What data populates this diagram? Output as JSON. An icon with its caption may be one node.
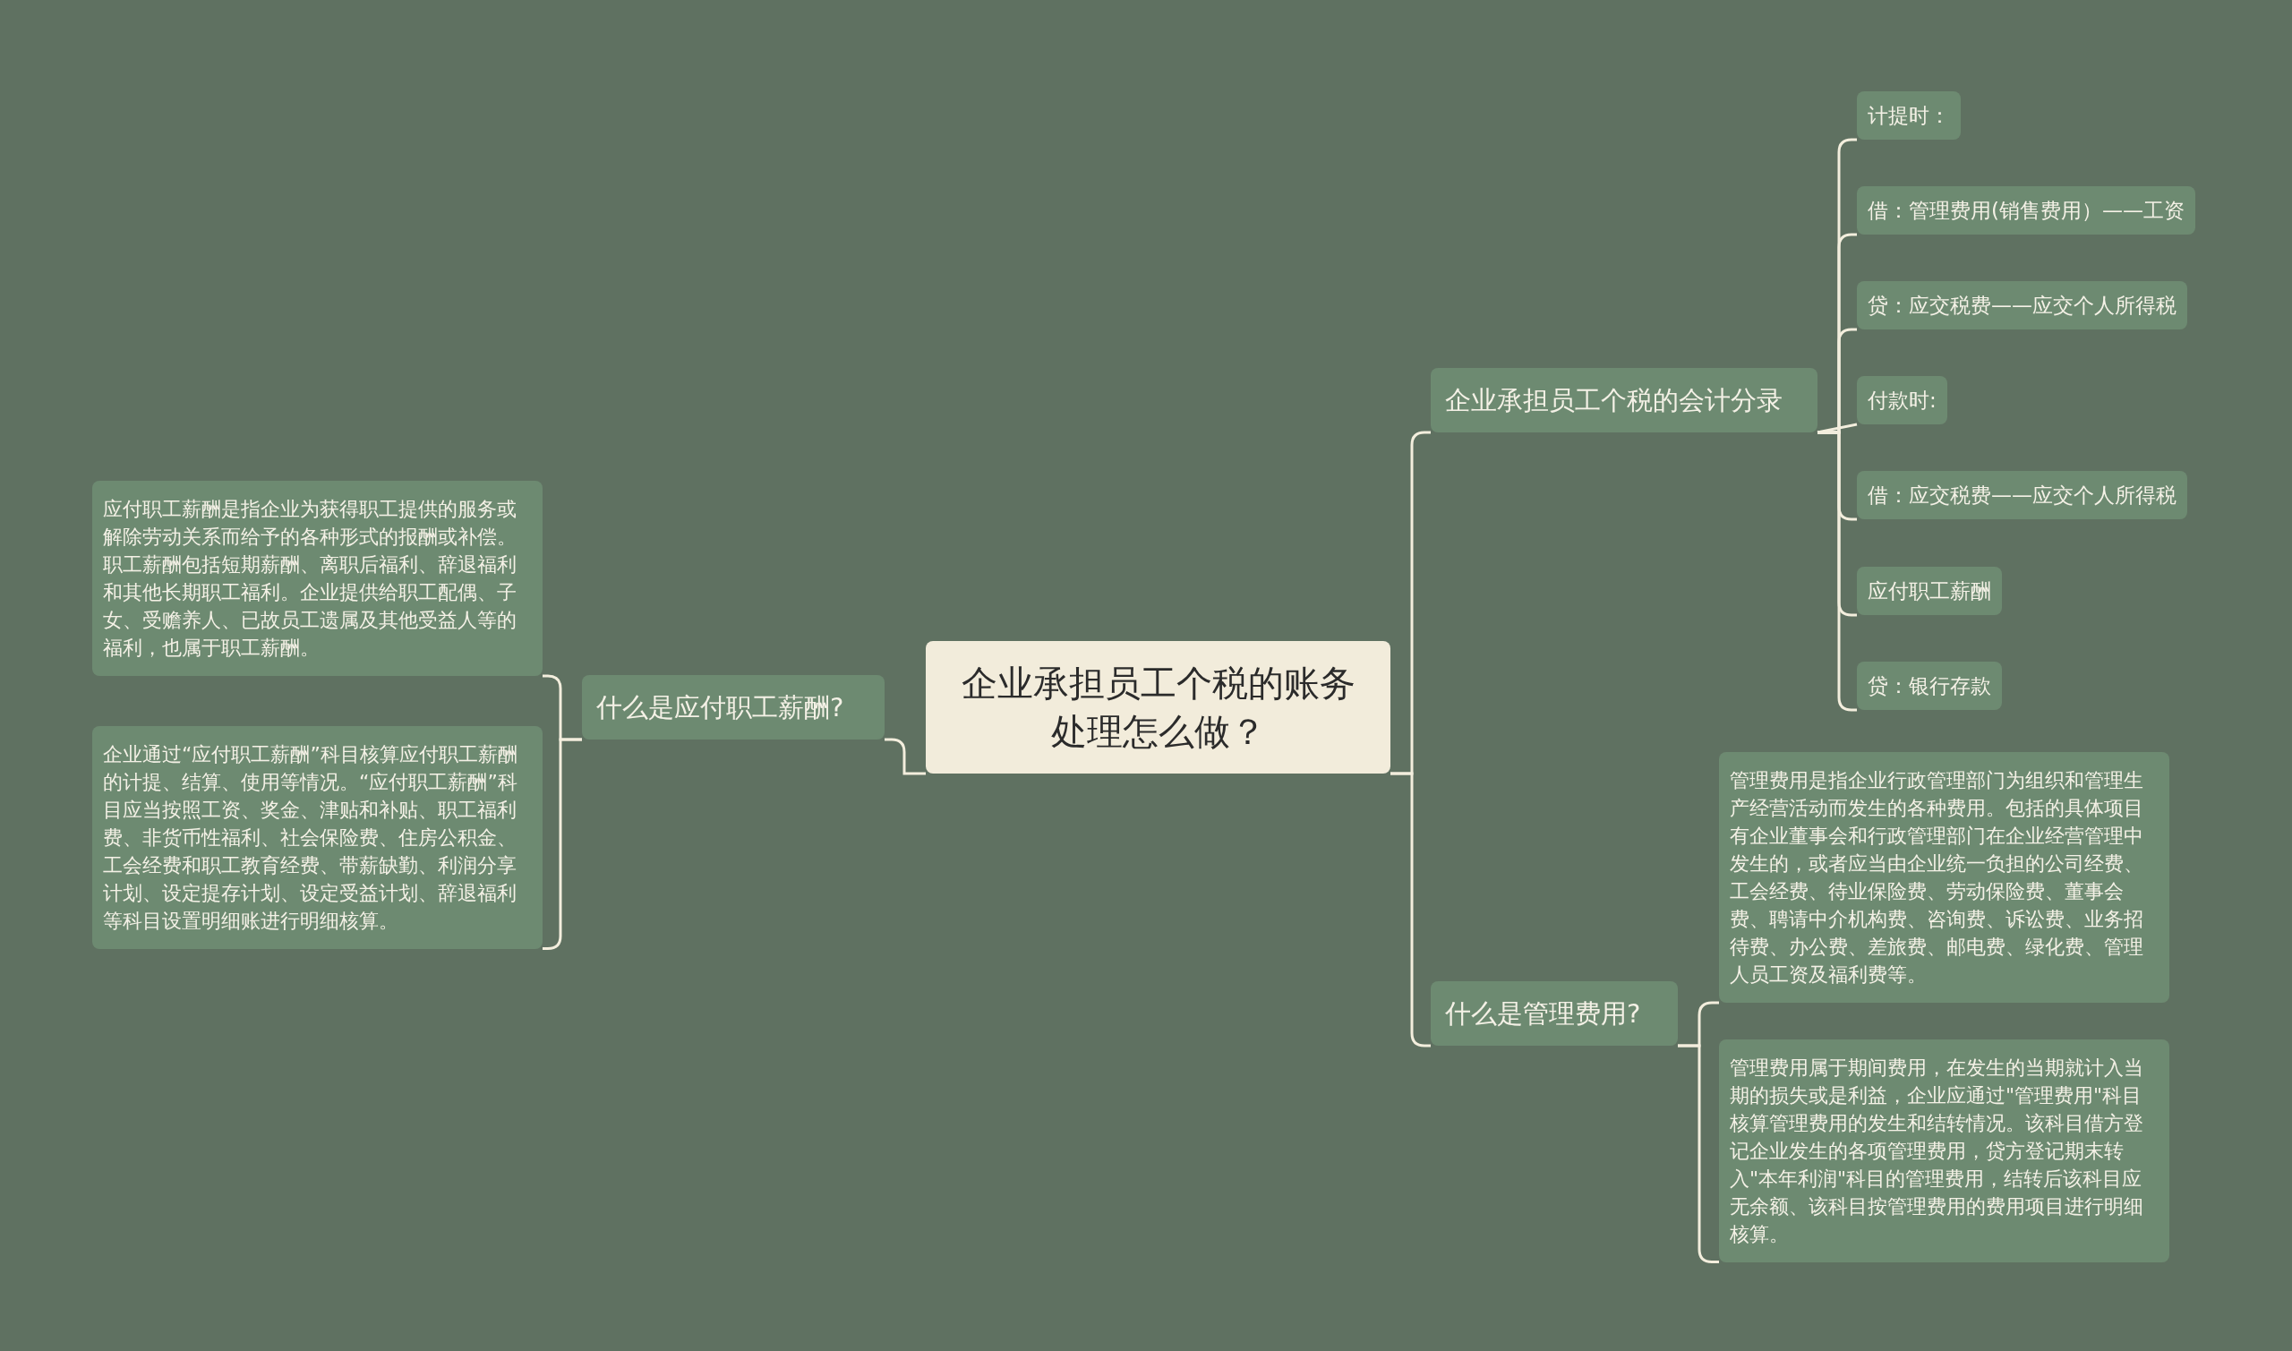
{
  "diagram": {
    "nodes": [
      {
        "text": [
          "企业承担员工个税的账务处理怎么做？"
        ]
      },
      {
        "text": [
          "什么是应付职工薪酬?"
        ]
      },
      {
        "text": [
          "应付职工薪酬是指企业为获得职工提供的服务或解除劳动关系而给予的各种形式的报酬或补偿。职工薪酬包括短期薪酬、离职后福利、辞退福利和其他长期职工福利。企业提供给职工配偶、子女、受赡养人、已故员工遗属及其他受益人等的福利，也属于职工薪酬。"
        ]
      },
      {
        "text": [
          "企业通过“应付职工薪酬”科目核算应付职工薪酬的计提、结算、使用等情况。“应付职工薪酬”科目应当按照工资、奖金、津贴和补贴、职工福利费、非货币性福利、社会保险费、住房公积金、工会经费和职工教育经费、带薪缺勤、利润分享计划、设定提存计划、设定受益计划、辞退福利等科目设置明细账进行明细核算。"
        ]
      },
      {
        "text": [
          "企业承担员工个税的会计分录"
        ]
      },
      {
        "text": [
          "计提时："
        ]
      },
      {
        "text": [
          "借：管理费用(销售费用）——工资"
        ]
      },
      {
        "text": [
          "贷：应交税费——应交个人所得税"
        ]
      },
      {
        "text": [
          "付款时:"
        ]
      },
      {
        "text": [
          "借：应交税费——应交个人所得税"
        ]
      },
      {
        "text": [
          "应付职工薪酬"
        ]
      },
      {
        "text": [
          "贷：银行存款"
        ]
      },
      {
        "text": [
          "什么是管理费用?"
        ]
      },
      {
        "text": [
          "管理费用是指企业行政管理部门为组织和管理生产经营活动而发生的各种费用。包括的具体项目有企业董事会和行政管理部门在企业经营管理中发生的，或者应当由企业统一负担的公司经费、工会经费、待业保险费、劳动保险费、董事会费、聘请中介机构费、咨询费、诉讼费、业务招待费、办公费、差旅费、邮电费、绿化费、管理人员工资及福利费等。"
        ]
      },
      {
        "text": [
          "管理费用属于期间费用，在发生的当期就计入当期的损失或是利益，企业应通过\"管理费用\"科目核算管理费用的发生和结转情况。该科目借方登记企业发生的各项管理费用，贷方登记期末转入\"本年利润\"科目的管理费用，结转后该科目应无余额、该科目按管理费用的费用项目进行明细核算。"
        ]
      }
    ],
    "edges": [
      {
        "from": 0,
        "to": 1,
        "arrow": "none"
      },
      {
        "from": 1,
        "to": 2,
        "arrow": "none"
      },
      {
        "from": 1,
        "to": 3,
        "arrow": "none"
      },
      {
        "from": 0,
        "to": 4,
        "arrow": "none"
      },
      {
        "from": 4,
        "to": 5,
        "arrow": "none"
      },
      {
        "from": 4,
        "to": 6,
        "arrow": "none"
      },
      {
        "from": 4,
        "to": 7,
        "arrow": "none"
      },
      {
        "from": 4,
        "to": 8,
        "arrow": "none"
      },
      {
        "from": 4,
        "to": 9,
        "arrow": "none"
      },
      {
        "from": 4,
        "to": 10,
        "arrow": "none"
      },
      {
        "from": 4,
        "to": 11,
        "arrow": "none"
      },
      {
        "from": 0,
        "to": 12,
        "arrow": "none"
      },
      {
        "from": 12,
        "to": 13,
        "arrow": "none"
      },
      {
        "from": 12,
        "to": 14,
        "arrow": "none"
      }
    ]
  }
}
